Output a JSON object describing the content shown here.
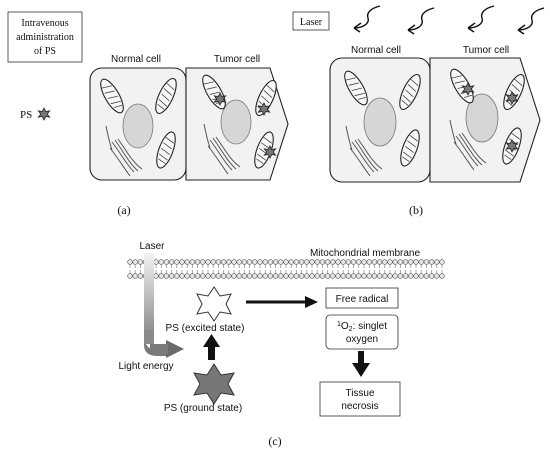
{
  "panel_a": {
    "box_line1": "Intravenous",
    "box_line2": "administration",
    "box_line3": "of PS",
    "ps_label": "PS",
    "normal_cell_label": "Normal cell",
    "tumor_cell_label": "Tumor cell",
    "caption": "(a)"
  },
  "panel_b": {
    "laser_label": "Laser",
    "normal_cell_label": "Normal cell",
    "tumor_cell_label": "Tumor cell",
    "caption": "(b)"
  },
  "panel_c": {
    "laser_label": "Laser",
    "membrane_label": "Mitochondrial membrane",
    "excited_label": "PS (excited state)",
    "light_energy_label": "Light energy",
    "ground_label": "PS (ground state)",
    "free_radical_label": "Free radical",
    "singlet_sup": "1",
    "singlet_line1": "O",
    "singlet_sub": "2",
    "singlet_line1_rest": ": singlet",
    "singlet_line2": "oxygen",
    "necrosis_line1": "Tissue",
    "necrosis_line2": "necrosis",
    "caption": "(c)"
  },
  "colors": {
    "cell_fill": "#f2f2f2",
    "nucleus_fill": "#d6d6d6",
    "ps_fill": "#777777",
    "membrane_fill": "#e6e6e6"
  }
}
